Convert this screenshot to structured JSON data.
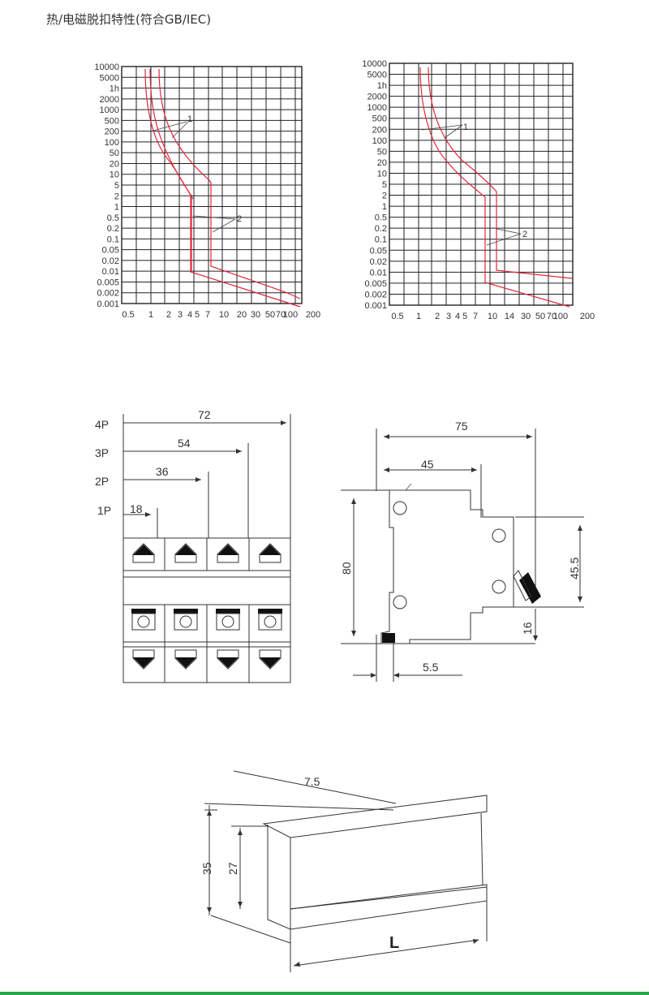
{
  "page_title": "热/电磁脱扣特性(符合GB/IEC)",
  "charts": [
    {
      "y_ticks": [
        "10000",
        "5000",
        "1h",
        "2000",
        "1000",
        "500",
        "200",
        "100",
        "50",
        "20",
        "10",
        "5",
        "2",
        "1",
        "0.5",
        "0.2",
        "0.1",
        "0.05",
        "0.02",
        "0.01",
        "0.005",
        "0.002",
        "0.001"
      ],
      "x_ticks": [
        "0.5",
        "1",
        "2",
        "3",
        "4",
        "5",
        "7",
        "10",
        "20",
        "30",
        "50",
        "70",
        "100",
        "200"
      ],
      "curve_labels": [
        "1",
        "2"
      ]
    },
    {
      "y_ticks": [
        "10000",
        "5000",
        "1h",
        "2000",
        "1000",
        "500",
        "200",
        "100",
        "50",
        "20",
        "10",
        "5",
        "2",
        "1",
        "0.5",
        "0.2",
        "0.1",
        "0.05",
        "0.02",
        "0.01",
        "0.005",
        "0.002",
        "0.001"
      ],
      "x_ticks": [
        "0.5",
        "1",
        "2",
        "3",
        "4",
        "5",
        "7",
        "10",
        "14",
        "30",
        "50",
        "70",
        "100",
        "200"
      ],
      "curve_labels": [
        "1",
        "2"
      ]
    }
  ],
  "front_view": {
    "pole_labels": [
      "4P",
      "3P",
      "2P",
      "1P"
    ],
    "widths": [
      "72",
      "54",
      "36",
      "18"
    ]
  },
  "side_view": {
    "dims": [
      "75",
      "45",
      "80",
      "45.5",
      "16",
      "5.5"
    ]
  },
  "rail_view": {
    "dims": [
      "7.5",
      "35",
      "27",
      "L"
    ]
  }
}
